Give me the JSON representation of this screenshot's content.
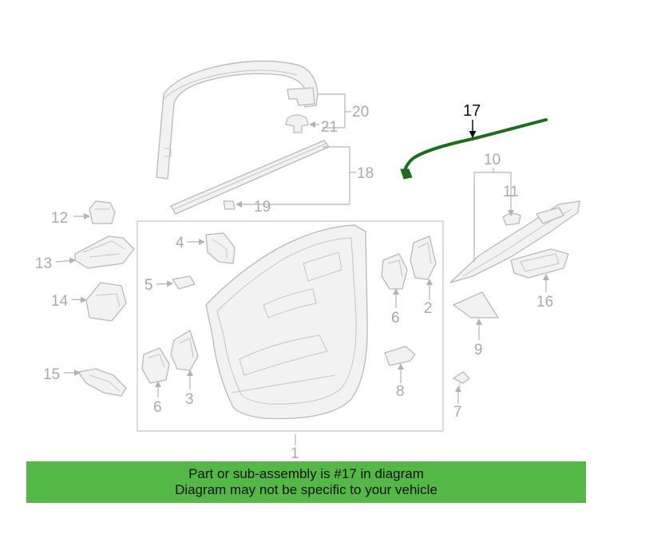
{
  "callouts": {
    "c1": "1",
    "c2": "2",
    "c3": "3",
    "c4": "4",
    "c5": "5",
    "c6a": "6",
    "c6b": "6",
    "c7": "7",
    "c8": "8",
    "c9": "9",
    "c10": "10",
    "c11": "11",
    "c12": "12",
    "c13": "13",
    "c14": "14",
    "c15": "15",
    "c16": "16",
    "c17": "17",
    "c18": "18",
    "c19": "19",
    "c20": "20",
    "c21": "21"
  },
  "highlight": {
    "part_number": "17",
    "color": "#1a6e1a"
  },
  "banner": {
    "line1": "Part or sub-assembly is #17 in diagram",
    "line2": "Diagram may not be specific to your vehicle",
    "background": "#54b847"
  }
}
